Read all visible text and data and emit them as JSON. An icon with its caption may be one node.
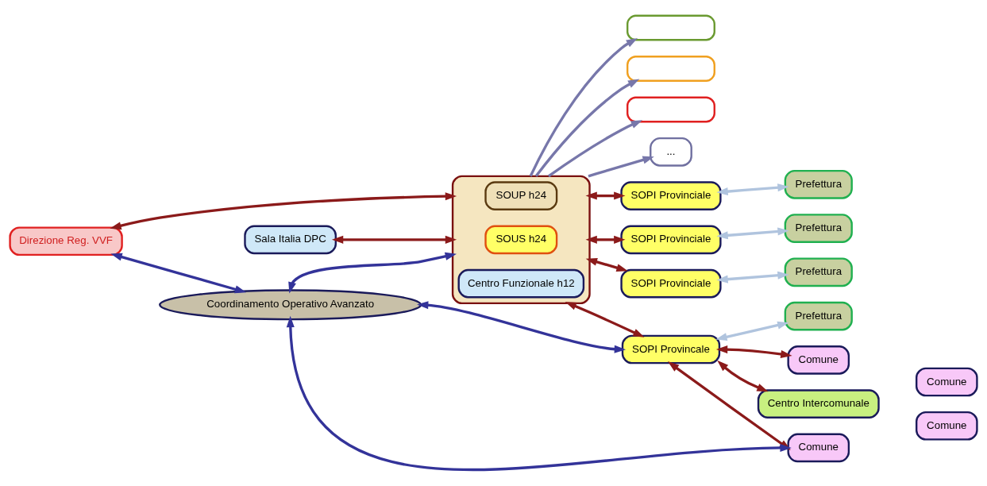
{
  "diagram": {
    "nodes": [
      {
        "text": [
          "Direzione Reg. VVF"
        ]
      },
      {
        "text": [
          "Sala Italia DPC"
        ]
      },
      {
        "text": [],
        "shape": "box"
      },
      {
        "text": [
          "SOUP h24"
        ],
        "in": 2
      },
      {
        "text": [
          "SOUS h24"
        ],
        "in": 2
      },
      {
        "text": [
          "Centro Funzionale h12"
        ],
        "in": 2
      },
      {
        "text": [],
        "shape": "box"
      },
      {
        "text": [],
        "shape": "box"
      },
      {
        "text": [],
        "shape": "box"
      },
      {
        "text": [
          "..."
        ]
      },
      {
        "text": [
          "SOPI Provinciale"
        ]
      },
      {
        "text": [
          "Prefettura"
        ]
      },
      {
        "text": [
          "SOPI Provinciale"
        ]
      },
      {
        "text": [
          "Prefettura"
        ]
      },
      {
        "text": [
          "SOPI Provinciale"
        ]
      },
      {
        "text": [
          "Prefettura"
        ]
      },
      {
        "text": [
          "SOPI Provincale"
        ]
      },
      {
        "text": [
          "Prefettura"
        ]
      },
      {
        "text": [
          "Coordinamento Operativo Avanzato"
        ]
      },
      {
        "text": [
          "Comune"
        ]
      },
      {
        "text": [
          "Comune"
        ]
      },
      {
        "text": [
          "Centro Intercomunale"
        ]
      },
      {
        "text": [
          "Comune"
        ]
      },
      {
        "text": [
          "Comune"
        ]
      }
    ],
    "edges": [
      {
        "from": 0,
        "to": 2,
        "arrow": "both"
      },
      {
        "from": 1,
        "to": 2,
        "arrow": "both"
      },
      {
        "from": 2,
        "to": 6,
        "arrow": "to",
        "color": "#7777aa"
      },
      {
        "from": 2,
        "to": 7,
        "arrow": "to",
        "color": "#7777aa"
      },
      {
        "from": 2,
        "to": 8,
        "arrow": "to",
        "color": "#7777aa"
      },
      {
        "from": 2,
        "to": 9,
        "arrow": "to",
        "color": "#7777aa"
      },
      {
        "from": 0,
        "to": 18,
        "arrow": "both",
        "color": "#333399"
      },
      {
        "from": 18,
        "to": 2,
        "arrow": "both",
        "color": "#333399"
      },
      {
        "from": 2,
        "to": 10,
        "arrow": "both"
      },
      {
        "from": 2,
        "to": 12,
        "arrow": "both"
      },
      {
        "from": 2,
        "to": 14,
        "arrow": "both"
      },
      {
        "from": 2,
        "to": 16,
        "arrow": "both"
      },
      {
        "from": 10,
        "to": 11,
        "arrow": "both",
        "color": "#b0c4de"
      },
      {
        "from": 12,
        "to": 13,
        "arrow": "both",
        "color": "#b0c4de"
      },
      {
        "from": 14,
        "to": 15,
        "arrow": "both",
        "color": "#b0c4de"
      },
      {
        "from": 16,
        "to": 17,
        "arrow": "both",
        "color": "#b0c4de"
      },
      {
        "from": 18,
        "to": 16,
        "arrow": "both",
        "color": "#333399"
      },
      {
        "from": 18,
        "to": 19,
        "arrow": "both",
        "color": "#333399"
      },
      {
        "from": 16,
        "to": 19,
        "arrow": "both"
      },
      {
        "from": 16,
        "to": 20,
        "arrow": "both"
      },
      {
        "from": 16,
        "to": 21,
        "arrow": "both"
      }
    ]
  }
}
